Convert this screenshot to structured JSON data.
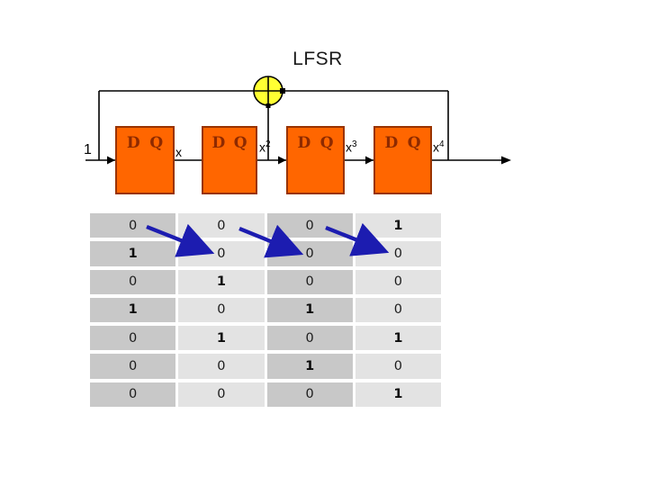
{
  "title": "LFSR",
  "circuit": {
    "input_label": "1",
    "flipflops": [
      {
        "d": "D",
        "q": "Q"
      },
      {
        "d": "D",
        "q": "Q"
      },
      {
        "d": "D",
        "q": "Q"
      },
      {
        "d": "D",
        "q": "Q"
      }
    ],
    "taps": [
      {
        "base": "x",
        "sup": ""
      },
      {
        "base": "x",
        "sup": "2"
      },
      {
        "base": "x",
        "sup": "3"
      },
      {
        "base": "x",
        "sup": "4"
      }
    ],
    "gate": "xor"
  },
  "table": {
    "rows": [
      [
        0,
        0,
        0,
        1
      ],
      [
        1,
        0,
        0,
        0
      ],
      [
        0,
        1,
        0,
        0
      ],
      [
        1,
        0,
        1,
        0
      ],
      [
        0,
        1,
        0,
        1
      ],
      [
        0,
        0,
        1,
        0
      ],
      [
        0,
        0,
        0,
        1
      ]
    ]
  },
  "colors": {
    "box_fill": "#ff6600",
    "box_border": "#993300",
    "dq_color": "#8e2a00",
    "xor_fill": "#ffff33",
    "arrow_blue": "#1c1cb0",
    "cell_dark": "#c8c8c8",
    "cell_light": "#e3e3e3"
  }
}
